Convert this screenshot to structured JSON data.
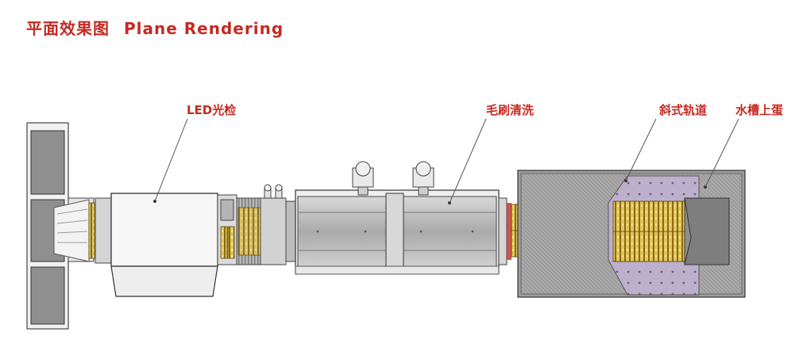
{
  "title": {
    "cn": "平面效果图",
    "en": "Plane Rendering"
  },
  "callouts": {
    "led_inspection": "LED光检",
    "brush_cleaning": "毛刷清洗",
    "inclined_track": "斜式轨道",
    "water_tank_egg": "水槽上蛋"
  },
  "colors": {
    "label_red": "#c42a22",
    "machine_gray": "#9a9a9a",
    "roller_gold": "#c9a227",
    "hopper_purple": "#b8a8c8"
  }
}
